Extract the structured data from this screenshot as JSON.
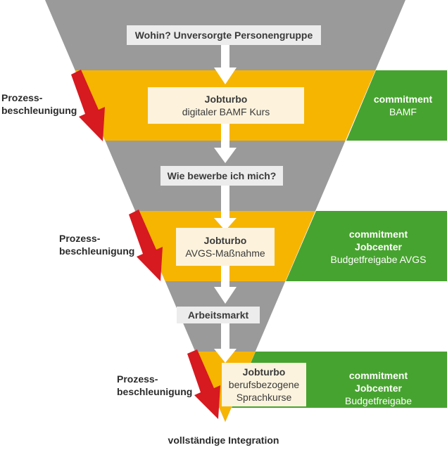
{
  "colors": {
    "funnel_gray": "#9a9a9a",
    "funnel_orange": "#f6b500",
    "commitment_green": "#47a32f",
    "acceleration_arrow": "#d71920",
    "label_box": "#ececec",
    "jobturbo_box": "#fdf3dd",
    "flow_arrow": "#ffffff"
  },
  "stages": [
    {
      "label": "Wohin? Unversorgte Personengruppe"
    },
    {
      "label": "Wie bewerbe ich mich?"
    },
    {
      "label": "Arbeitsmarkt"
    }
  ],
  "programs": [
    {
      "title": "Jobturbo",
      "subtitle": "digitaler BAMF Kurs",
      "acceleration": [
        "Prozess-",
        "beschleunigung"
      ],
      "commitment": {
        "title": "commitment",
        "lines": [
          "BAMF"
        ]
      }
    },
    {
      "title": "Jobturbo",
      "subtitle": "AVGS-Maßnahme",
      "acceleration": [
        "Prozess-",
        "beschleunigung"
      ],
      "commitment": {
        "title": "commitment",
        "lines": [
          "Jobcenter",
          "Budgetfreigabe AVGS"
        ]
      }
    },
    {
      "title": "Jobturbo",
      "subtitle_lines": [
        "berufsbezogene",
        "Sprachkurse"
      ],
      "acceleration": [
        "Prozess-",
        "beschleunigung"
      ],
      "commitment": {
        "title": "commitment",
        "lines": [
          "Jobcenter",
          "Budgetfreigabe"
        ]
      }
    }
  ],
  "outcome": "vollständige Integration",
  "icons": {
    "flow": "down-arrow-icon",
    "acceleration": "red-arrow-icon"
  }
}
